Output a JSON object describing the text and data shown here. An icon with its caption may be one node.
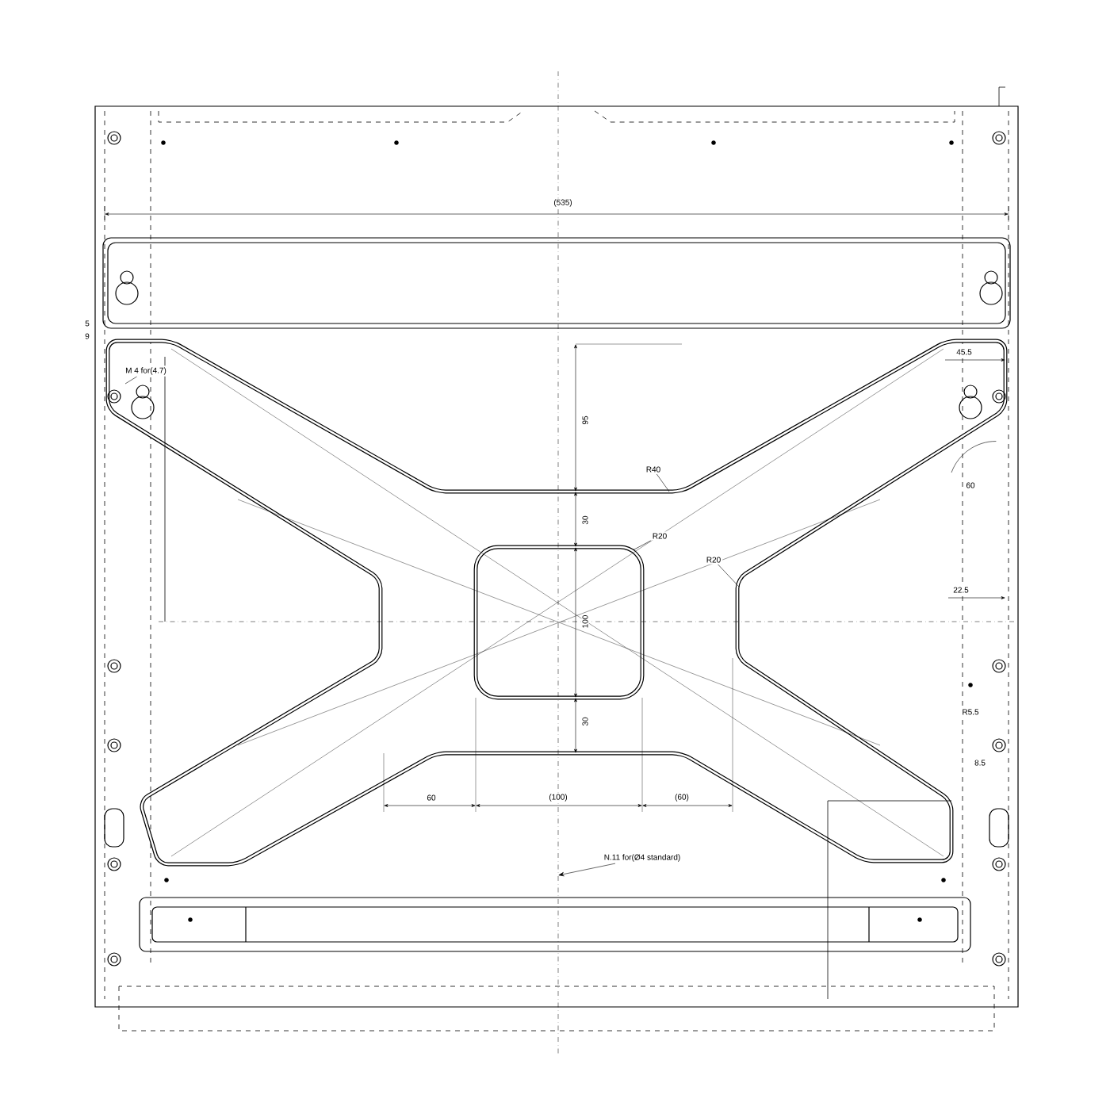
{
  "diagram": {
    "nodes": [
      {
        "text": [
          "R40"
        ]
      },
      {
        "text": [
          "R20"
        ]
      },
      {
        "text": [
          "R20"
        ]
      },
      {
        "text": [
          "N.11 for(Ø4 standard)"
        ]
      },
      {
        "text": [
          "M 4 for(4.7)"
        ]
      }
    ],
    "edges": [
      {
        "from": 0,
        "to": null,
        "arrow": "none"
      },
      {
        "from": 1,
        "to": null,
        "arrow": "none"
      },
      {
        "from": 2,
        "to": null,
        "arrow": "none"
      },
      {
        "from": 3,
        "to": null,
        "arrow": "to"
      },
      {
        "from": 4,
        "to": null,
        "arrow": "none"
      }
    ],
    "labels": [
      "(535)",
      "5",
      "9",
      "45.5",
      "95",
      "30",
      "100",
      "30",
      "60",
      "(100)",
      "(60)",
      "60",
      "22.5",
      "R5.5",
      "8.5"
    ]
  }
}
